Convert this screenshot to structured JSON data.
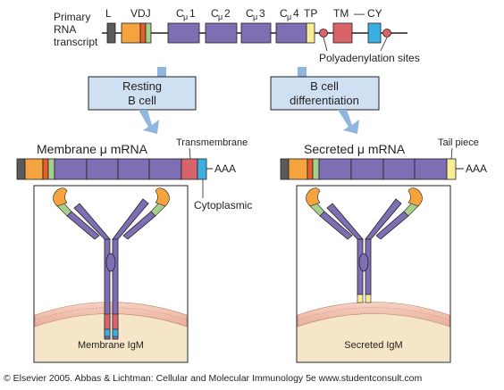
{
  "transcript": {
    "label_lines": [
      "Primary",
      "RNA",
      "transcript"
    ],
    "segments": {
      "L": "L",
      "VDJ": "VDJ",
      "TP": "TP",
      "TM": "TM",
      "CY": "CY",
      "connector": "—"
    },
    "c_domains": [
      {
        "main": "C",
        "sub": "μ",
        "num": "1"
      },
      {
        "main": "C",
        "sub": "μ",
        "num": "2"
      },
      {
        "main": "C",
        "sub": "μ",
        "num": "3"
      },
      {
        "main": "C",
        "sub": "μ",
        "num": "4"
      }
    ],
    "polyadenylation_label": "Polyadenylation sites"
  },
  "pathways": {
    "resting": {
      "lines": [
        "Resting",
        "B cell"
      ]
    },
    "differentiation": {
      "lines": [
        "B cell",
        "differentiation"
      ]
    }
  },
  "mrna": {
    "membrane": {
      "title": "Membrane μ mRNA",
      "tail": "AAA",
      "callouts": {
        "transmembrane": "Transmembrane",
        "cytoplasmic": "Cytoplasmic"
      }
    },
    "secreted": {
      "title": "Secreted μ mRNA",
      "tail": "AAA",
      "callouts": {
        "tail_piece": "Tail piece"
      }
    }
  },
  "proteins": {
    "membrane_label": "Membrane IgM",
    "secreted_label": "Secreted IgM"
  },
  "footer": "© Elsevier 2005. Abbas & Lichtman: Cellular and Molecular Immunology 5e www.studentconsult.com",
  "colors": {
    "c_domain": "#7e6fb4",
    "vdj": "#f4a33e",
    "tm": "#d9636b",
    "cy": "#3bb0e0",
    "tp": "#f7ed96",
    "box": "#cfe0f2",
    "arrow": "#8fb7de",
    "membrane": "#f3c9b8",
    "cell": "#f4e6c6"
  }
}
